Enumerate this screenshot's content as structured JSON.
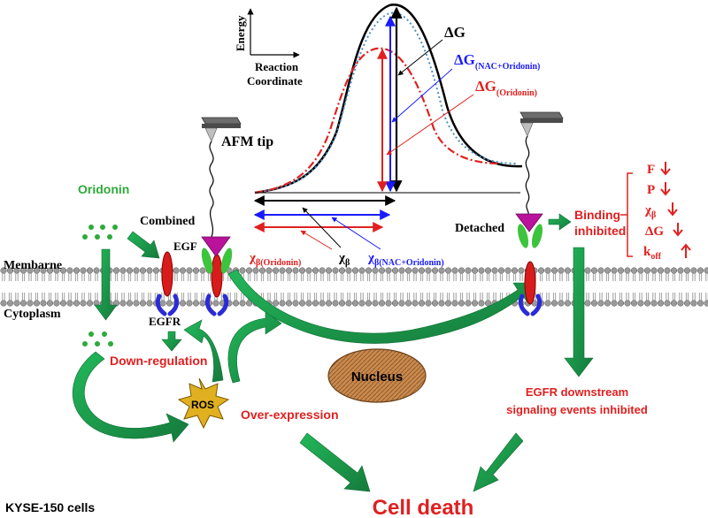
{
  "energy_axes": {
    "y_label": "Energy",
    "x_label_line1": "Reaction",
    "x_label_line2": "Coordinate"
  },
  "energy_labels": {
    "dG": "ΔG",
    "dG_nac_main": "ΔG",
    "dG_nac_sub": "(NAC+Oridonin)",
    "dG_ori_main": "ΔG",
    "dG_ori_sub": "(Oridonin)"
  },
  "chi_labels": {
    "chi": "χ",
    "chi_sub": "β",
    "ori_sub": "β(Oridonin)",
    "nac_sub": "β(NAC+Oridonin)"
  },
  "labels": {
    "afm_tip": "AFM tip",
    "combined": "Combined",
    "detached": "Detached",
    "egf": "EGF",
    "egfr": "EGFR",
    "membrane": "Membarne",
    "cytoplasm": "Cytoplasm",
    "oridonin": "Oridonin",
    "down_regulation": "Down-regulation",
    "ros": "ROS",
    "nucleus": "Nucleus",
    "over_expression": "Over-expression",
    "binding_line1": "Binding",
    "binding_line2": "inhibited",
    "egfr_down_line1": "EGFR downstream",
    "egfr_down_line2": "signaling events inhibited",
    "cell_line": "KYSE-150 cells",
    "cell_death": "Cell death"
  },
  "params": {
    "F": "F",
    "P": "P",
    "chi": "χ",
    "chi_sub": "β",
    "dG": "ΔG",
    "k": "k",
    "k_sub": "off"
  },
  "colors": {
    "red": "#e02020",
    "blue": "#1a1aff",
    "green_text": "#2eaa3a",
    "arrow_green": "#1e9a4a",
    "nucleus": "#c8894e",
    "ros": "#e0b020"
  }
}
